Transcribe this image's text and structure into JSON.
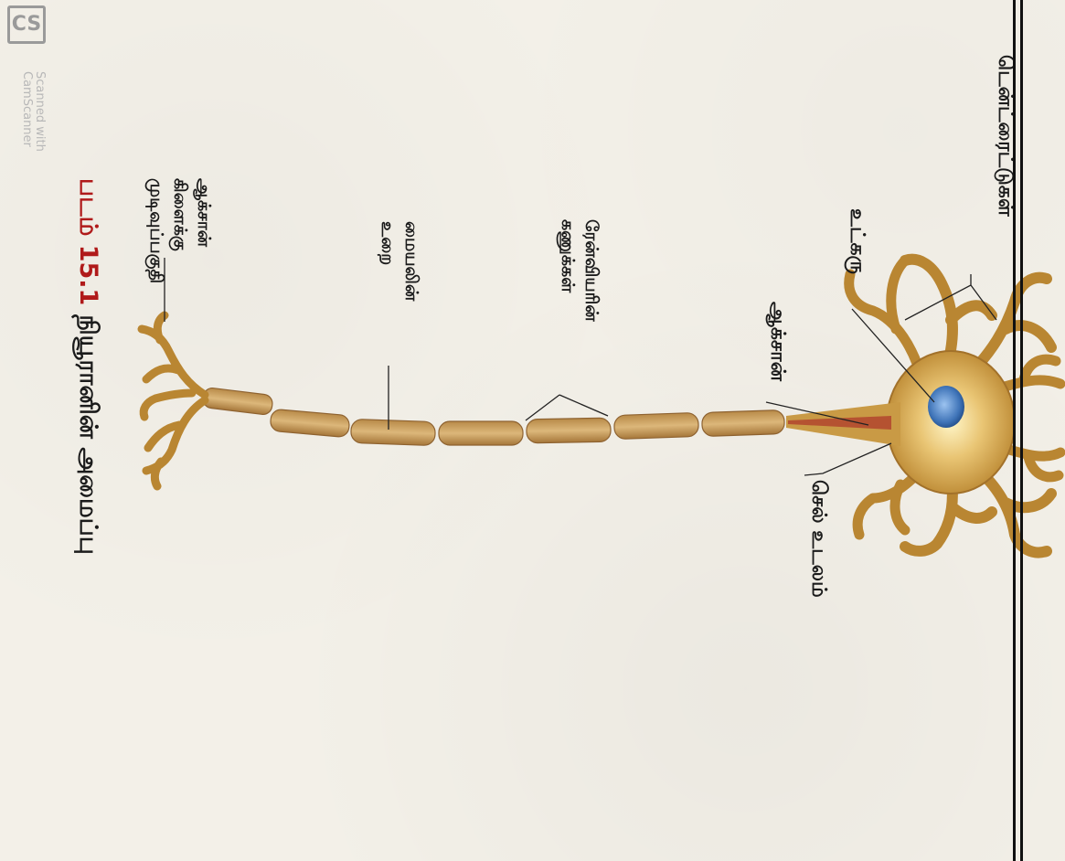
{
  "figure": {
    "caption_number": "படம் 15.1",
    "caption_text": "நியூரானின் அமைப்பு"
  },
  "labels": {
    "dendrites": "டென்ட்ரைட்டுகள்",
    "nucleus": "உட்கரு",
    "axon": "ஆக்சான்",
    "cell_body": "செல் உடலம்",
    "nodes_of_ranvier_line1": "ரேன்வியரின்",
    "nodes_of_ranvier_line2": "கணுக்கள்",
    "myelin_sheath_line1": "மையலின்",
    "myelin_sheath_line2": "உறை",
    "axon_terminal_line1": "ஆக்சான்",
    "axon_terminal_line2": "கிளைக்கு",
    "axon_terminal_line3": "முடிவுப்பகுதி"
  },
  "watermark": {
    "badge": "CS",
    "line1": "Scanned with",
    "line2": "CamScanner"
  },
  "colors": {
    "neuron_body": "#c99a45",
    "neuron_dark": "#9a6a25",
    "nucleus": "#4a7fc4",
    "axon_hillock": "#b2452e",
    "caption_number": "#b01a1a"
  }
}
